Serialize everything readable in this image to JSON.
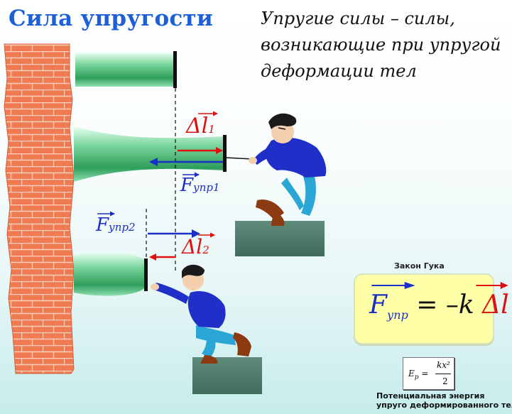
{
  "title": "Сила упругости",
  "definition": {
    "line1": "Упругие силы – силы,",
    "line2": "возникающие при упругой",
    "line3": "деформации тел"
  },
  "labels": {
    "delta_l1": {
      "main": "Δl",
      "sub": "1"
    },
    "f_upr1": {
      "main": "F",
      "sub": "упр1"
    },
    "f_upr2": {
      "main": "F",
      "sub": "упр2"
    },
    "delta_l2": {
      "main": "Δl",
      "sub": "2"
    }
  },
  "hooke": {
    "caption": "Закон Гука",
    "F": "F",
    "F_sub": "упр",
    "equals": "= –k",
    "dl": "Δl"
  },
  "energy": {
    "ep": "E",
    "ep_sub": "p",
    "eq": "=",
    "num": "kx²",
    "den": "2",
    "caption_line1": "Потенциальная энергия",
    "caption_line2": "упруго деформированного тела"
  },
  "colors": {
    "title": "#1c5fd6",
    "vector_blue": "#1a2fc8",
    "vector_red": "#e01010",
    "brick": "#f07a52",
    "spring_green": "#4cc07a",
    "stand": "#4a7566",
    "formula_bg": "#ffffa8"
  }
}
